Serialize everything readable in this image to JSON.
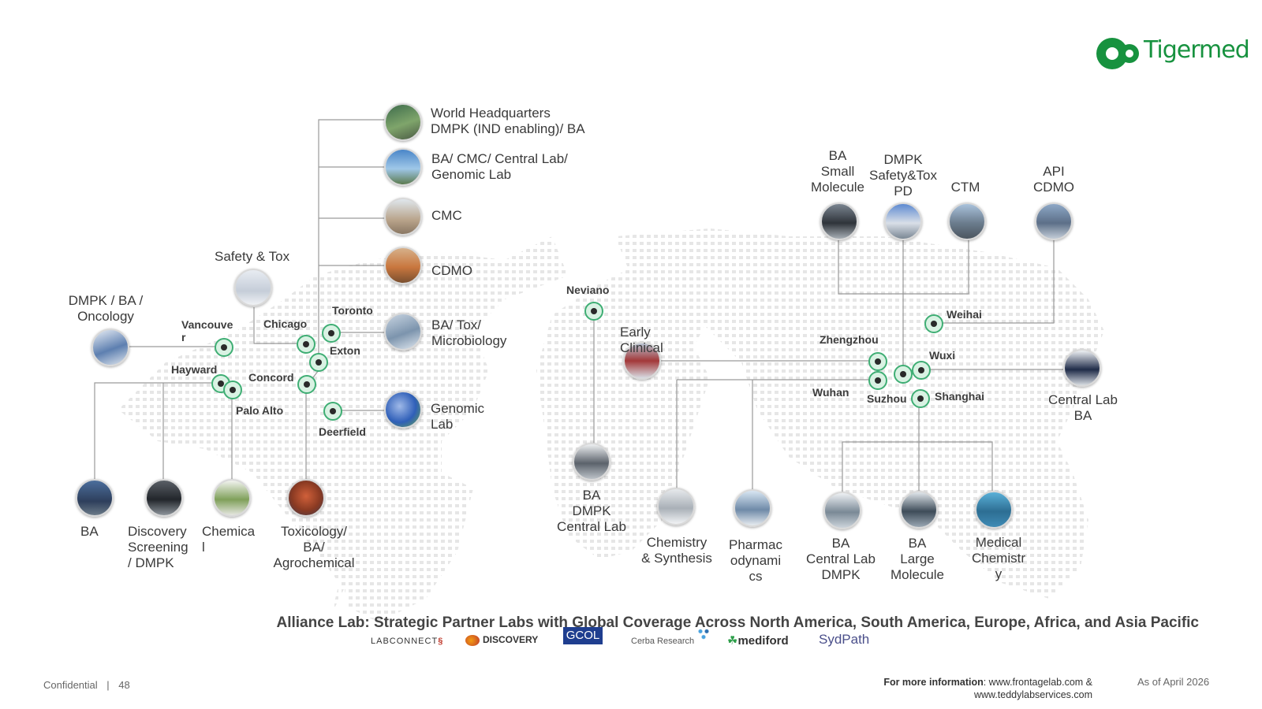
{
  "brand": {
    "name": "Tigermed",
    "color": "#17923f"
  },
  "pin_color": "#3fae74",
  "top_labels": {
    "world_hq": "World Headquarters\nDMPK (IND enabling)/ BA",
    "central_lab": "BA/ CMC/ Central Lab/\nGenomic Lab",
    "cmc": "CMC",
    "cdmo": "CDMO",
    "tox_micro": "BA/ Tox/\nMicrobiology",
    "genomic": "Genomic\nLab"
  },
  "left_labels": {
    "safety_tox": "Safety & Tox",
    "dmpk_onc": "DMPK / BA /\nOncology",
    "ba": "BA",
    "discovery": "Discovery\nScreening\n/ DMPK",
    "chemical": "Chemica\nl",
    "toxicology": "Toxicology/\nBA/\nAgrochemical"
  },
  "na_cities": {
    "vancouver": "Vancouve\nr",
    "chicago": "Chicago",
    "toronto": "Toronto",
    "exton": "Exton",
    "hayward": "Hayward",
    "concord": "Concord",
    "palo_alto": "Palo Alto",
    "deerfield": "Deerfield"
  },
  "eu_labels": {
    "neviano": "Neviano",
    "early": "Early\nClinical",
    "ba_dmpk_cl": "BA\nDMPK\nCentral Lab"
  },
  "asia_top": {
    "ba_small": "BA\nSmall\nMolecule",
    "dmpk_tox": "DMPK\nSafety&Tox\nPD",
    "ctm": "CTM",
    "api": "API\nCDMO"
  },
  "asia_cities": {
    "weihai": "Weihai",
    "zhengzhou": "Zhengzhou",
    "wuxi": "Wuxi",
    "wuhan": "Wuhan",
    "suzhou": "Suzhou",
    "shanghai": "Shanghai"
  },
  "asia_bottom": {
    "central_lab_ba": "Central Lab\nBA",
    "chemistry": "Chemistry\n& Synthesis",
    "pharmaco": "Pharmac\nodynami\ncs",
    "ba_cl_dmpk": "BA\nCentral Lab\nDMPK",
    "ba_large": "BA\nLarge\nMolecule",
    "med_chem": "Medical\nChemistr\ny"
  },
  "headline": "Alliance Lab: Strategic Partner Labs with Global Coverage Across North America, South America, Europe, Africa, and Asia Pacific",
  "partners": [
    "LABCONNECT",
    "DISCOVERY",
    "GCOL",
    "Cerba Research",
    "mediford",
    "SydPath"
  ],
  "footer": {
    "confidential": "Confidential",
    "separator": "|",
    "page": "48",
    "info_label": "For more information",
    "info_text": ": www.frontagelab.com &",
    "info_line2": "www.teddylabservices.com",
    "as_of": "As of April 2026"
  }
}
